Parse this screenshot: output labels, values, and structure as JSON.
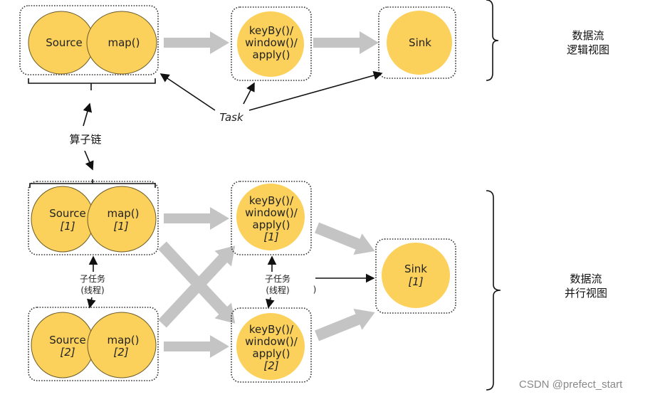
{
  "logical": {
    "source": "Source",
    "map": "map()",
    "op_lines": [
      "keyBy()/",
      "window()/",
      "apply()"
    ],
    "sink": "Sink",
    "task": "Task",
    "chain": "算子链",
    "label_lines": [
      "数据流",
      "逻辑视图"
    ]
  },
  "parallel": {
    "source": "Source",
    "map": "map()",
    "op_lines": [
      "keyBy()/",
      "window()/",
      "apply()"
    ],
    "sink": "Sink",
    "idx1": "[1]",
    "idx2": "[2]",
    "subtask_lines": [
      "子任务",
      "(线程)"
    ],
    "stray_paren": ")",
    "label_lines": [
      "数据流",
      "并行视图"
    ]
  },
  "watermark": "CSDN @prefect_start",
  "colors": {
    "node": "#fbd15b",
    "arrow": "#c4c4c4"
  }
}
